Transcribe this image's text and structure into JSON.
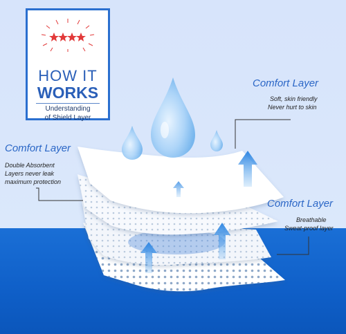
{
  "badge": {
    "title_line1": "HOW IT",
    "title_line2": "WORKS",
    "subtitle_line1": "Understanding",
    "subtitle_line2": "of Shield Layer"
  },
  "callouts": [
    {
      "title": "Comfort Layer",
      "desc_line1": "Soft, skin friendly",
      "desc_line2": "Never hurt to skin",
      "desc_line3": ""
    },
    {
      "title": "Comfort Layer",
      "desc_line1": "Double Absorbent",
      "desc_line2": "Layers never leak",
      "desc_line3": "maximum protection"
    },
    {
      "title": "Comfort Layer",
      "desc_line1": "Breathable",
      "desc_line2": "Sweat-proof layer",
      "desc_line3": ""
    }
  ],
  "colors": {
    "accent": "#2a66c6",
    "star": "#e23a3a",
    "background_top": "#d9e6fb",
    "background_bottom": "#0f5fc8"
  }
}
